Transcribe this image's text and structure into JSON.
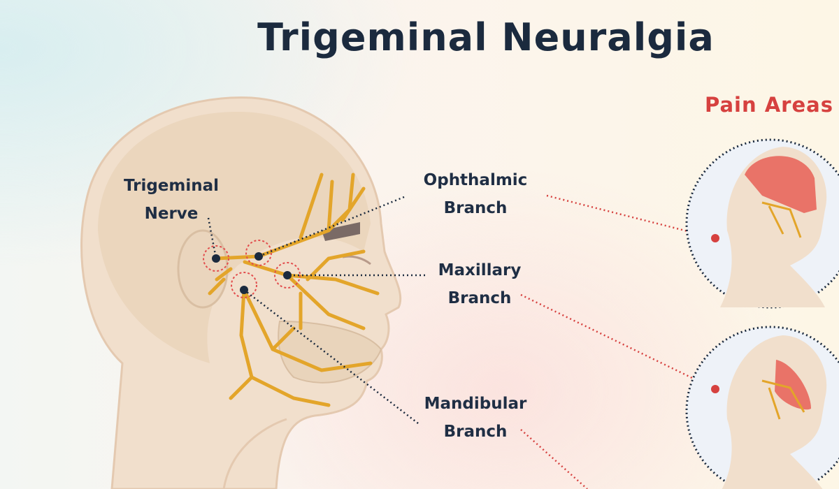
{
  "title": "Trigeminal Neuralgia",
  "pain_areas_heading": "Pain Areas",
  "labels": {
    "trigeminal_nerve": [
      "Trigeminal",
      "Nerve"
    ],
    "ophthalmic_branch": [
      "Ophthalmic",
      "Branch"
    ],
    "maxillary_branch": [
      "Maxillary",
      "Branch"
    ],
    "mandibular_branch": [
      "Mandibular",
      "Branch"
    ]
  },
  "colors": {
    "title": "#1b2a3e",
    "accent_red": "#d6413f",
    "nerve": "#e3a52a",
    "skin": "#f0dcc8",
    "pain_area": "#e8675d"
  }
}
